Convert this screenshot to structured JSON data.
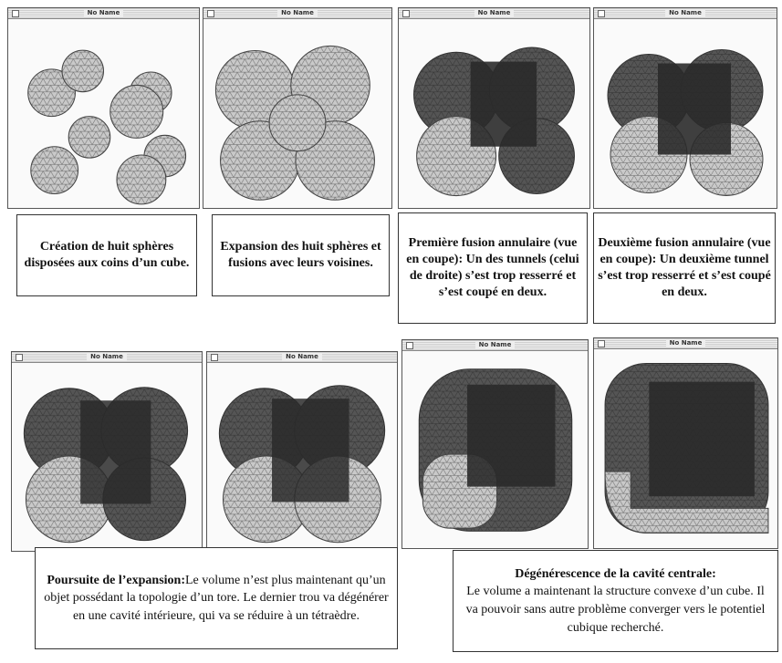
{
  "window_title": "No Name",
  "panels": [
    {
      "state": "eight separate spheres"
    },
    {
      "state": "expanded spheres"
    },
    {
      "state": "first fusion"
    },
    {
      "state": "second fusion"
    },
    {
      "state": "expansion"
    },
    {
      "state": "expansion later"
    },
    {
      "state": "central cavity"
    },
    {
      "state": "convex cube"
    }
  ],
  "captions_top": [
    {
      "text": "Création de huit sphères disposées aux coins d’un cube."
    },
    {
      "text": "Expansion des huit sphères et fusions avec leurs voisines."
    },
    {
      "text": "Première fusion annulaire (vue en coupe): Un des tunnels (celui de droite) s’est trop resserré et s’est coupé en deux."
    },
    {
      "text": "Deuxième fusion annulaire (vue en coupe): Un deuxième tunnel s’est trop resserré et s’est coupé en deux."
    }
  ],
  "captions_bottom": [
    {
      "heading": "Poursuite de l’expansion:",
      "body": "Le volume n’est plus maintenant qu’un objet possédant la topologie d’un tore. Le dernier trou va dégénérer en une cavité intérieure, qui va se réduire à un tétraèdre."
    },
    {
      "heading": "Dégénérescence de la cavité centrale:",
      "body": "Le volume a maintenant la structure convexe d’un cube. Il va pouvoir sans autre problème converger vers le potentiel cubique recherché."
    }
  ],
  "colors": {
    "mesh_light": "#c9c9c9",
    "mesh_dark": "#555555",
    "mesh_darkest": "#2a2a2a",
    "mesh_line": "#666666"
  }
}
